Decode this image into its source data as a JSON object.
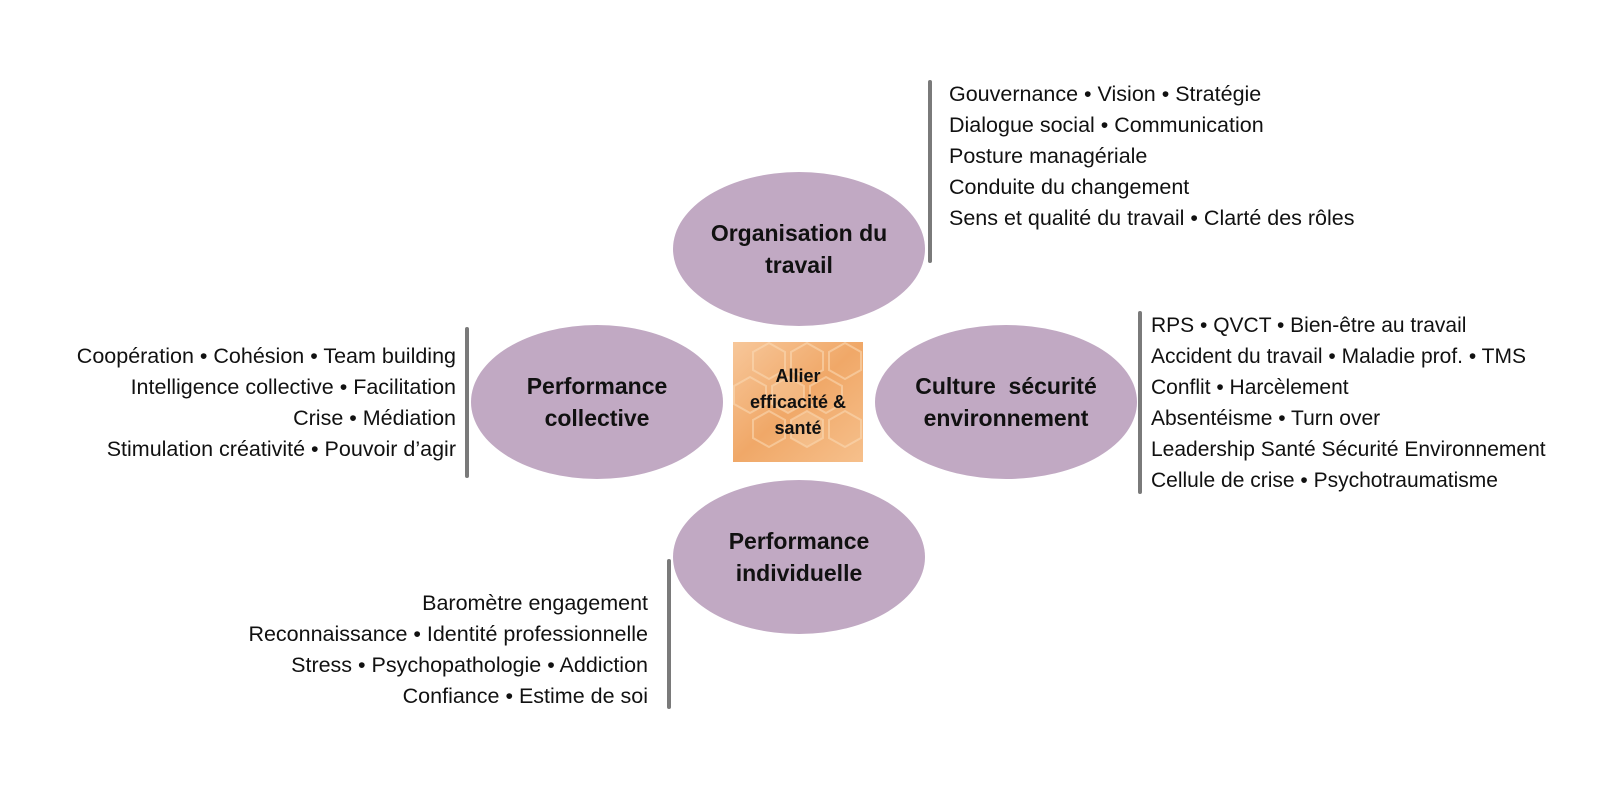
{
  "colors": {
    "oval_fill": "#c1a9c3",
    "bar": "#7a7a7a",
    "center_orange": "#f2b07a"
  },
  "center": {
    "lines": [
      "Allier",
      "efficacité &",
      "santé"
    ]
  },
  "nodes": {
    "top": {
      "lines": [
        "Organisation du",
        "travail"
      ]
    },
    "left": {
      "lines": [
        "Performance",
        "collective"
      ]
    },
    "right": {
      "lines": [
        "Culture  sécurité",
        "environnement"
      ]
    },
    "bottom": {
      "lines": [
        "Performance",
        "individuelle"
      ]
    }
  },
  "lists": {
    "top": [
      "Gouvernance • Vision • Stratégie",
      "Dialogue social • Communication",
      "Posture managériale",
      "Conduite du changement",
      "Sens et qualité du travail • Clarté des rôles"
    ],
    "left": [
      "Coopération • Cohésion • Team building",
      "Intelligence collective • Facilitation",
      "Crise • Médiation",
      "Stimulation créativité • Pouvoir d’agir"
    ],
    "right": [
      "RPS • QVCT • Bien-être au travail",
      "Accident du travail • Maladie prof. • TMS",
      "Conflit • Harcèlement",
      "Absentéisme • Turn over",
      "Leadership Santé Sécurité Environnement",
      "Cellule de crise • Psychotraumatisme"
    ],
    "bottom": [
      "Baromètre engagement",
      "Reconnaissance • Identité professionnelle",
      "Stress • Psychopathologie • Addiction",
      "Confiance • Estime de soi"
    ]
  }
}
